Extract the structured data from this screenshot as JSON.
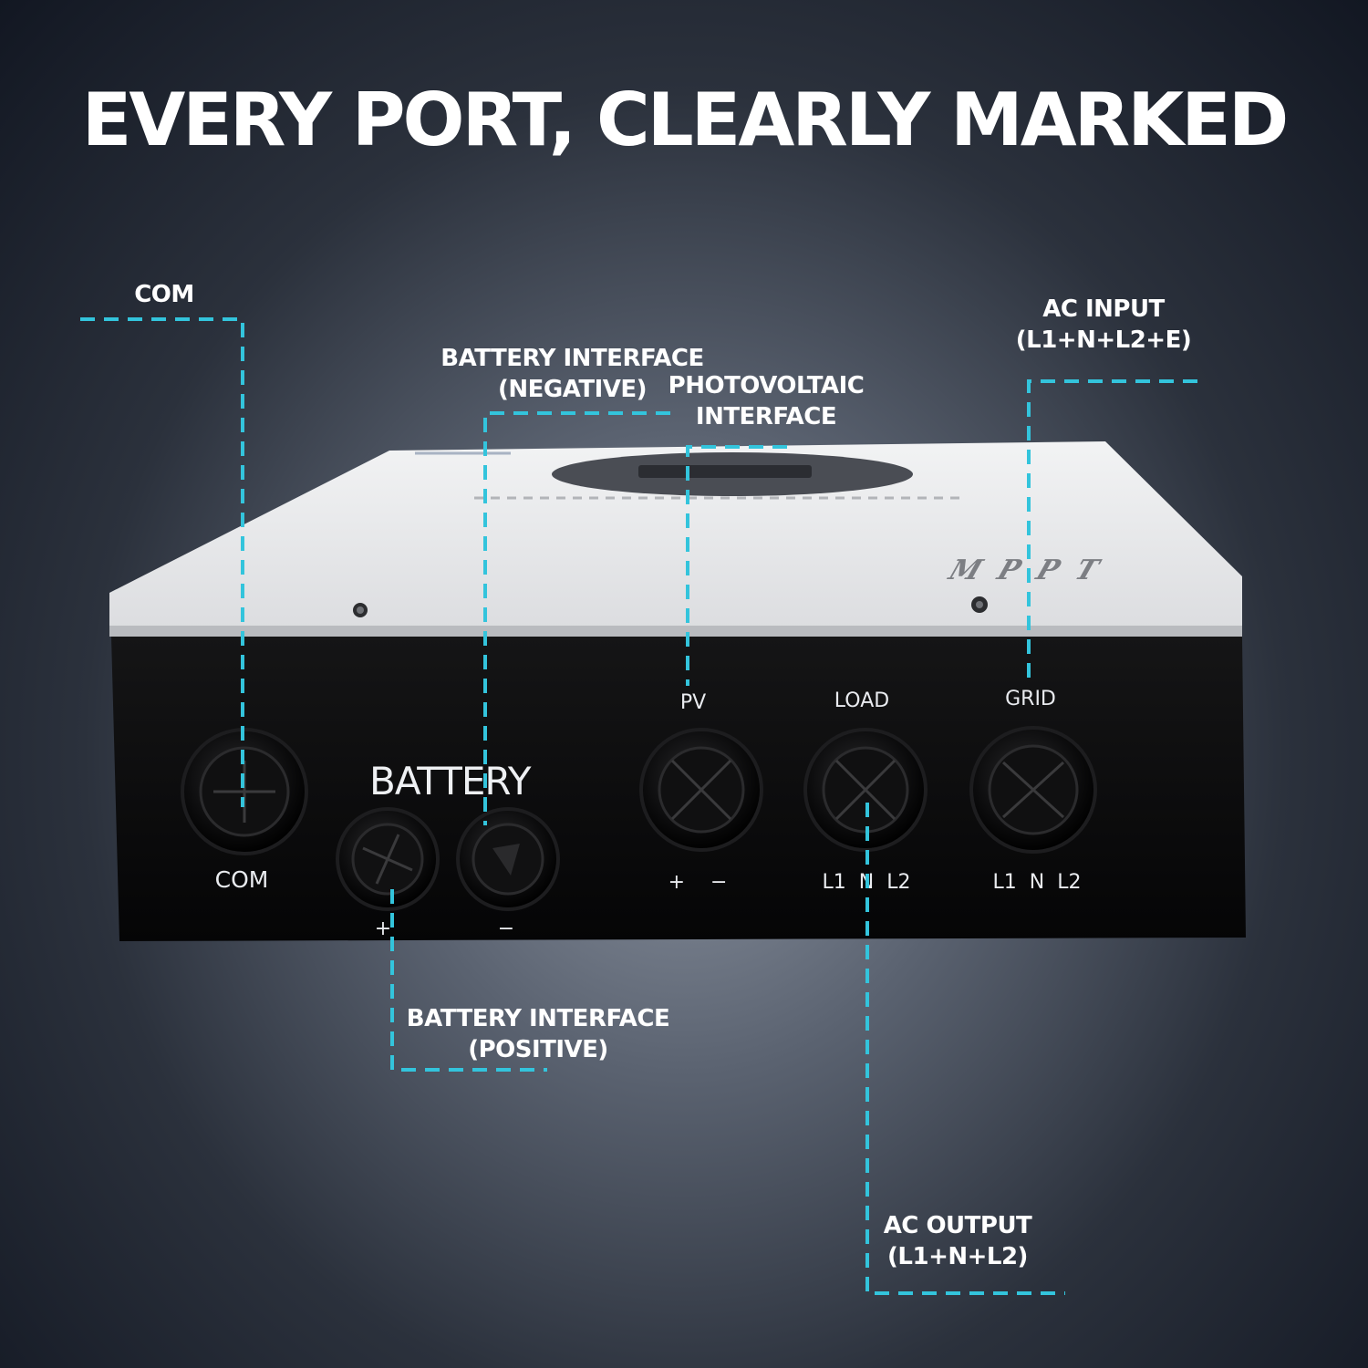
{
  "headline": "EVERY PORT, CLEARLY MARKED",
  "colors": {
    "accent_dashed_line": "#33c4dc",
    "device_top": "#e9eaec",
    "device_front": "#0b0b0c",
    "text": "#ffffff"
  },
  "callouts": {
    "com": "COM",
    "battery_negative": [
      "BATTERY INTERFACE",
      "(NEGATIVE)"
    ],
    "photovoltaic": [
      "PHOTOVOLTAIC",
      "INTERFACE"
    ],
    "ac_input": [
      "AC INPUT",
      "(L1+N+L2+E)"
    ],
    "battery_positive": [
      "BATTERY INTERFACE",
      "(POSITIVE)"
    ],
    "ac_output": [
      "AC OUTPUT",
      "(L1+N+L2)"
    ]
  },
  "device": {
    "brand_mark": "MPPT",
    "panel": {
      "battery": "BATTERY",
      "com": "COM",
      "pv": "PV",
      "load": "LOAD",
      "grid": "GRID",
      "battery_pos": "+",
      "battery_neg": "−",
      "pv_polarity": "+    −",
      "load_terminals": "L1  N  L2",
      "grid_terminals": "L1  N  L2"
    }
  },
  "icons": [
    "port-grommet-icon",
    "screw-icon"
  ]
}
